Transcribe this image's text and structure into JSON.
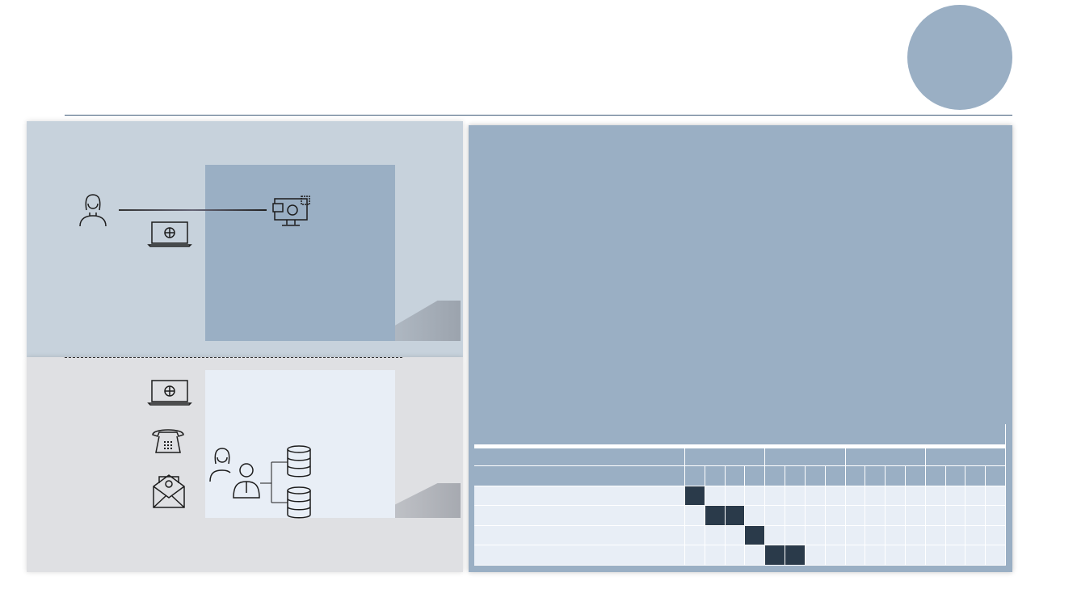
{
  "colors": {
    "accent": "#9aafc4",
    "top_panel": "#c7d2dc",
    "bottom_panel": "#dfe0e3",
    "light_box": "#e8eef6",
    "active_cell": "#2a3a4a",
    "empty_cell": "#e8eef6"
  },
  "gantt": {
    "groups": 4,
    "columns_per_group": 4,
    "rows": 4,
    "active_cells": [
      [
        0
      ],
      [
        1,
        2
      ],
      [
        3
      ],
      [
        4,
        5
      ]
    ]
  }
}
